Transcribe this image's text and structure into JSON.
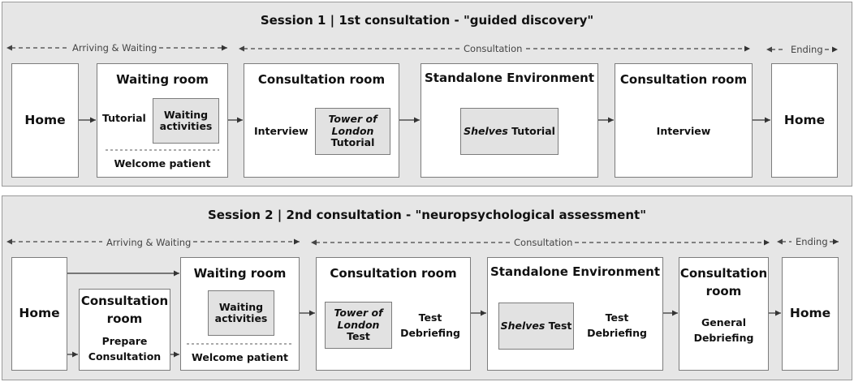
{
  "session1": {
    "title": "Session 1 | 1st consultation - \"guided discovery\"",
    "phases": {
      "arriving": "Arriving & Waiting",
      "consultation": "Consultation",
      "ending": "Ending"
    },
    "home_start": "Home",
    "waiting_room": {
      "title": "Waiting room",
      "tutorial": "Tutorial",
      "activities_line1": "Waiting",
      "activities_line2": "activities",
      "welcome": "Welcome patient"
    },
    "consultation_room_1": {
      "title": "Consultation room",
      "interview": "Interview",
      "tol_line1": "Tower of",
      "tol_line2": "London",
      "tol_line3": "Tutorial"
    },
    "standalone": {
      "title": "Standalone Environment",
      "shelves_italic": "Shelves",
      "shelves_rest": " Tutorial"
    },
    "consultation_room_2": {
      "title": "Consultation room",
      "interview": "Interview"
    },
    "home_end": "Home"
  },
  "session2": {
    "title": "Session 2 | 2nd consultation - \"neuropsychological assessment\"",
    "phases": {
      "arriving": "Arriving & Waiting",
      "consultation": "Consultation",
      "ending": "Ending"
    },
    "home_start": "Home",
    "prep_room": {
      "title_line1": "Consultation",
      "title_line2": "room",
      "sub_line1": "Prepare",
      "sub_line2": "Consultation"
    },
    "waiting_room": {
      "title": "Waiting room",
      "activities_line1": "Waiting",
      "activities_line2": "activities",
      "welcome": "Welcome patient"
    },
    "consultation_room_1": {
      "title": "Consultation room",
      "tol_line1": "Tower of",
      "tol_line2": "London",
      "tol_line3": "Test",
      "test_line1": "Test",
      "test_line2": "Debriefing"
    },
    "standalone": {
      "title": "Standalone Environment",
      "shelves_italic": "Shelves",
      "shelves_rest": " Test",
      "test_line1": "Test",
      "test_line2": "Debriefing"
    },
    "consultation_room_2": {
      "title_line1": "Consultation",
      "title_line2": "room",
      "sub_line1": "General",
      "sub_line2": "Debriefing"
    },
    "home_end": "Home"
  }
}
